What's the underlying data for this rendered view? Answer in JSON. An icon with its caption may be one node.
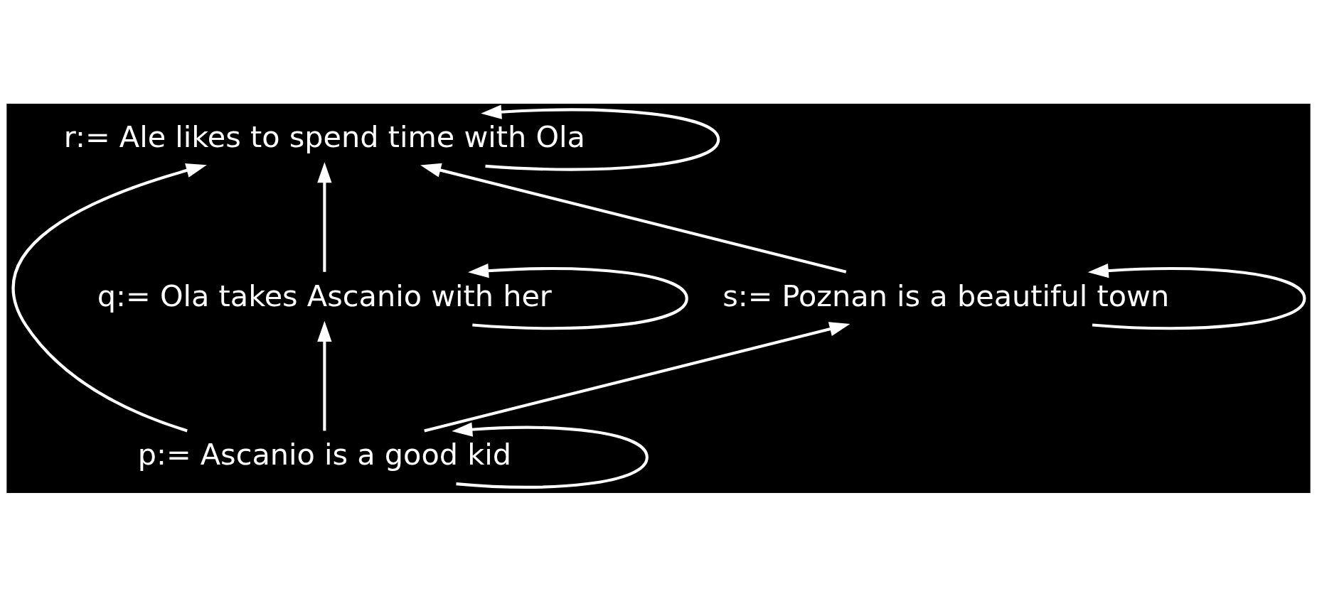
{
  "diagram": {
    "nodes": [
      {
        "text": [
          "r:= Ale likes to spend time with Ola"
        ]
      },
      {
        "text": [
          "q:= Ola takes Ascanio with her"
        ]
      },
      {
        "text": [
          "s:= Poznan is a beautiful town"
        ]
      },
      {
        "text": [
          "p:= Ascanio is a good kid"
        ]
      }
    ],
    "edges": [
      {
        "from": 0,
        "to": 0,
        "arrow": "to"
      },
      {
        "from": 1,
        "to": 1,
        "arrow": "to"
      },
      {
        "from": 1,
        "to": 0,
        "arrow": "to"
      },
      {
        "from": 2,
        "to": 0,
        "arrow": "to"
      },
      {
        "from": 2,
        "to": 2,
        "arrow": "to"
      },
      {
        "from": 3,
        "to": 1,
        "arrow": "to"
      },
      {
        "from": 3,
        "to": 0,
        "arrow": "to"
      },
      {
        "from": 3,
        "to": 2,
        "arrow": "to"
      },
      {
        "from": 3,
        "to": 3,
        "arrow": "to"
      }
    ]
  }
}
